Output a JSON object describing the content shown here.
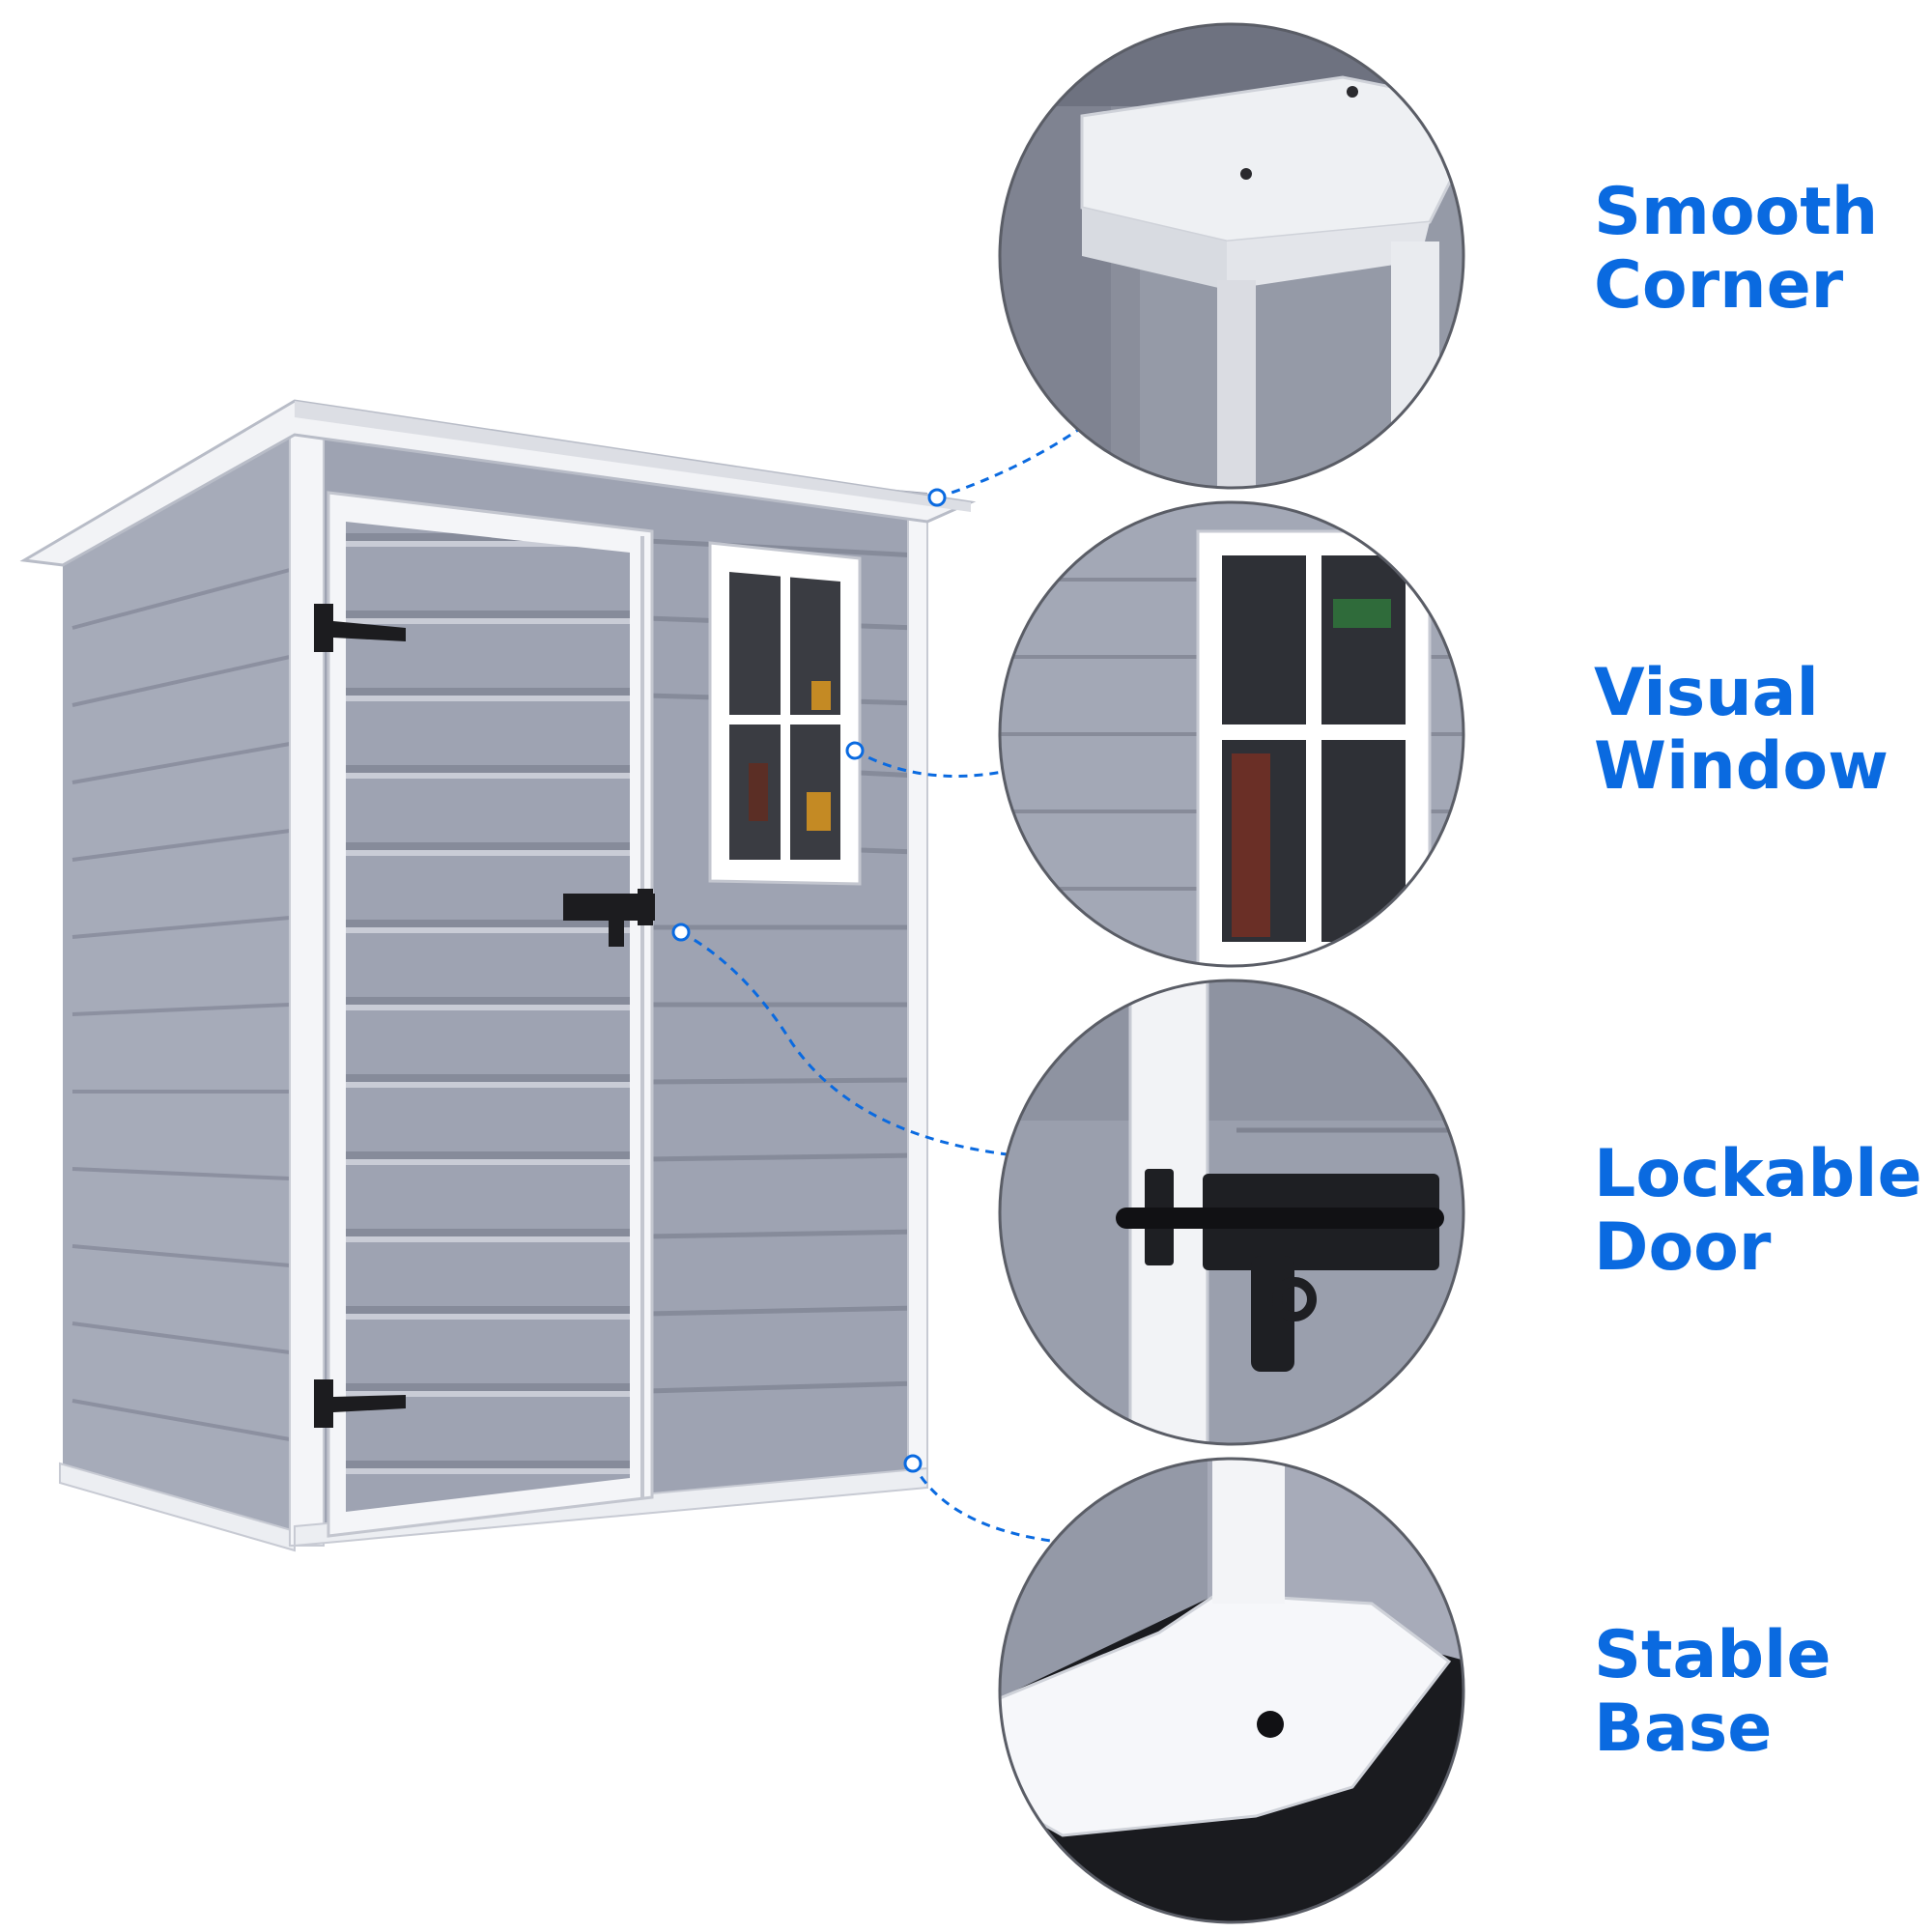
{
  "features": [
    {
      "id": "smooth-corner",
      "line1": "Smooth",
      "line2": "Corner"
    },
    {
      "id": "visual-window",
      "line1": "Visual",
      "line2": "Window"
    },
    {
      "id": "lockable-door",
      "line1": "Lockable",
      "line2": "Door"
    },
    {
      "id": "stable-base",
      "line1": "Stable",
      "line2": "Base"
    }
  ],
  "colors": {
    "accent": "#0a6ae0",
    "panel": "#9ea3b2",
    "trim": "#ffffff",
    "hardware": "#1c1c1f"
  }
}
